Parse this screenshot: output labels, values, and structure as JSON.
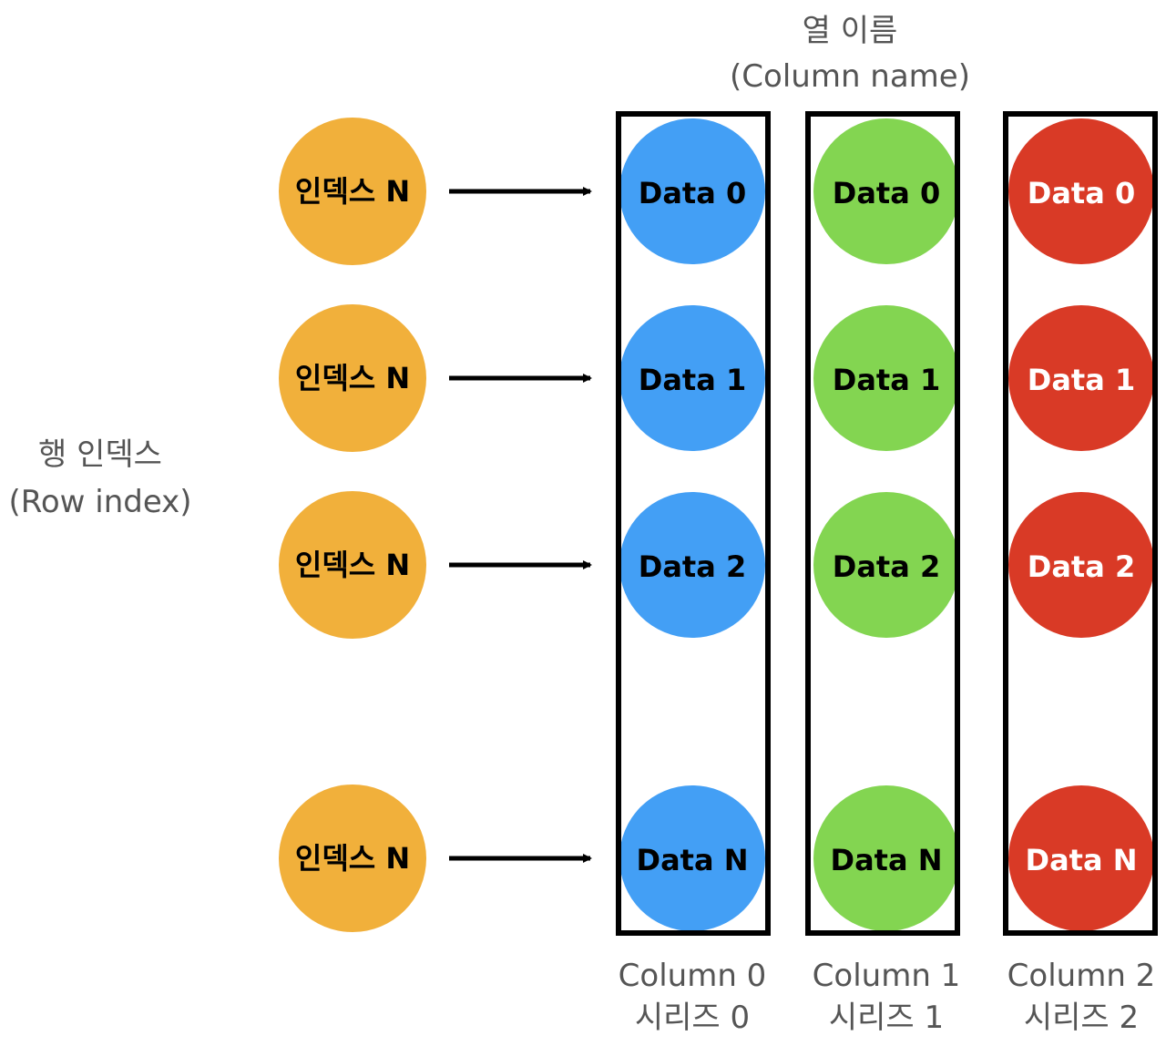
{
  "column_header": {
    "line1": "열 이름",
    "line2": "(Column name)"
  },
  "row_header": {
    "line1": "행 인덱스",
    "line2": "(Row index)"
  },
  "rows": [
    {
      "index_label": "인덱스 N"
    },
    {
      "index_label": "인덱스 N"
    },
    {
      "index_label": "인덱스 N"
    },
    {
      "index_label": "인덱스 N"
    }
  ],
  "columns": [
    {
      "name": "Column 0",
      "series": "시리즈 0",
      "color": "#439ff5",
      "text_color": "#000000",
      "cells": [
        "Data 0",
        "Data 1",
        "Data 2",
        "Data N"
      ]
    },
    {
      "name": "Column 1",
      "series": "시리즈 1",
      "color": "#83d551",
      "text_color": "#000000",
      "cells": [
        "Data 0",
        "Data 1",
        "Data 2",
        "Data N"
      ]
    },
    {
      "name": "Column 2",
      "series": "시리즈 2",
      "color": "#d93a26",
      "text_color": "#ffffff",
      "cells": [
        "Data 0",
        "Data 1",
        "Data 2",
        "Data N"
      ]
    }
  ],
  "colors": {
    "index_circle": "#f1b03b",
    "arrow": "#000000",
    "column_border": "#000000",
    "caption_text": "#555555"
  }
}
